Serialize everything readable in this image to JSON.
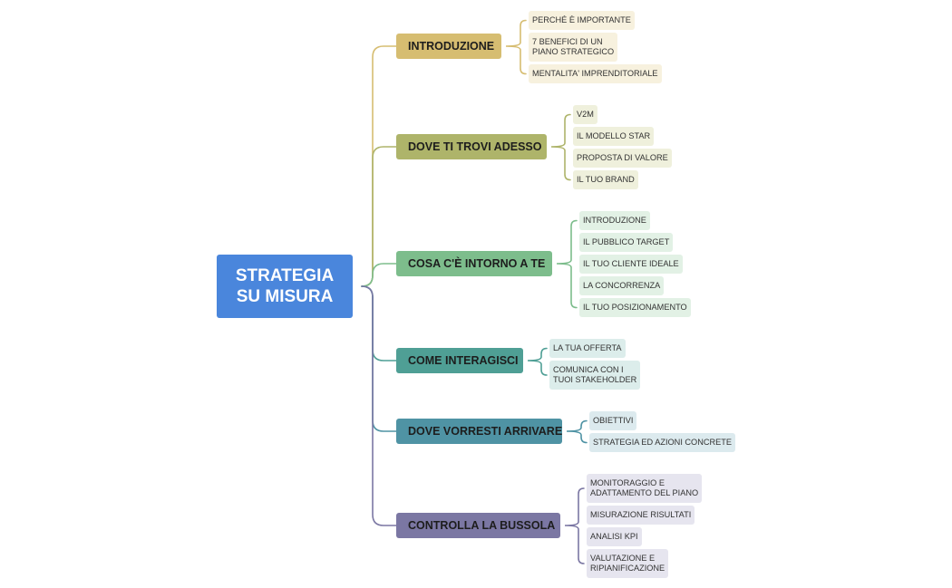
{
  "root": {
    "lines": [
      "STRATEGIA",
      "SU MISURA"
    ]
  },
  "branches": [
    {
      "label": "INTRODUZIONE",
      "color": "#d6bd71",
      "leaf_bg": "#f7f1de",
      "children": [
        [
          "PERCHÉ È IMPORTANTE"
        ],
        [
          "7 BENEFICI DI UN",
          "PIANO STRATEGICO"
        ],
        [
          "MENTALITA' IMPRENDITORIALE"
        ]
      ]
    },
    {
      "label": "DOVE TI TROVI ADESSO",
      "color": "#aeb46a",
      "leaf_bg": "#eff0dc",
      "children": [
        [
          "V2M"
        ],
        [
          "IL MODELLO STAR"
        ],
        [
          "PROPOSTA DI VALORE"
        ],
        [
          "IL TUO BRAND"
        ]
      ]
    },
    {
      "label": "COSA C'È INTORNO A TE",
      "color": "#7dbd8c",
      "leaf_bg": "#e2f1e5",
      "children": [
        [
          "INTRODUZIONE"
        ],
        [
          "IL PUBBLICO TARGET"
        ],
        [
          "IL TUO CLIENTE IDEALE"
        ],
        [
          "LA CONCORRENZA"
        ],
        [
          "IL TUO POSIZIONAMENTO"
        ]
      ]
    },
    {
      "label": "COME INTERAGISCI",
      "color": "#4f9f95",
      "leaf_bg": "#dcedeb",
      "children": [
        [
          "LA TUA OFFERTA"
        ],
        [
          "COMUNICA CON I",
          "TUOI STAKEHOLDER"
        ]
      ]
    },
    {
      "label": "DOVE VORRESTI ARRIVARE",
      "color": "#4f93a4",
      "leaf_bg": "#dceaee",
      "children": [
        [
          "OBIETTIVI"
        ],
        [
          "STRATEGIA ED AZIONI CONCRETE"
        ]
      ]
    },
    {
      "label": "CONTROLLA LA BUSSOLA",
      "color": "#7b77a3",
      "leaf_bg": "#e6e5ef",
      "children": [
        [
          "MONITORAGGIO E",
          "ADATTAMENTO DEL PIANO"
        ],
        [
          "MISURAZIONE RISULTATI"
        ],
        [
          "ANALISI KPI"
        ],
        [
          "VALUTAZIONE E",
          "RIPIANIFICAZIONE"
        ]
      ]
    }
  ]
}
